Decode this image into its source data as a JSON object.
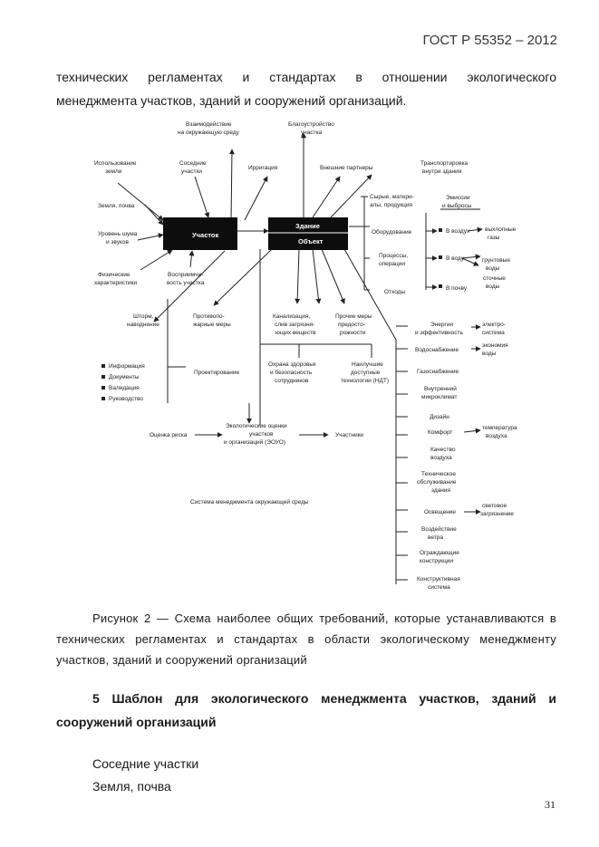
{
  "header": "ГОСТ Р 55352 – 2012",
  "intro": {
    "line1": "технических регламентах и стандартах в отношении экологического",
    "line2": "менеджмента участков, зданий и сооружений организаций."
  },
  "diagram": {
    "top": {
      "interaction": [
        "Взаимодействие",
        "на окружающую среду"
      ],
      "improvement": [
        "Благоустройство",
        "участка"
      ],
      "land_use": [
        "Использование",
        "земли"
      ],
      "neighbors": [
        "Соседние",
        "участки"
      ],
      "irrigation": "Ирригация",
      "partners": "Внешние партнеры",
      "transport": [
        "Транспортировка",
        "внутри здания"
      ]
    },
    "left": {
      "soil": "Земля, почва",
      "noise": [
        "Уровень шума",
        "и звуков"
      ],
      "physical": [
        "Физические",
        "характеристики"
      ],
      "perception": [
        "Восприимчи-",
        "вость участка"
      ],
      "storm": [
        "Шторм,",
        "наводнение"
      ],
      "fire": [
        "Противопо-",
        "жарные меры"
      ],
      "list": [
        "Информация",
        "Документы",
        "Валидация",
        "Руководство"
      ],
      "design": "Проектирование"
    },
    "boxes": {
      "site": "Участок",
      "building": "Здание",
      "object": "Объект"
    },
    "middle": {
      "sewage": [
        "Канализация,",
        "слив загрязня-",
        "ющих веществ"
      ],
      "prevention": [
        "Прочие меры",
        "предосто-",
        "рожности"
      ],
      "health": [
        "Охрана здоровья",
        "и безопасность",
        "сотрудников"
      ],
      "bat": [
        "Наилучшие",
        "доступные",
        "технологии (НДТ)"
      ],
      "risk": "Оценка риска",
      "eval": [
        "Экологические оценки",
        "участков",
        "и организаций (ЭОУО)"
      ],
      "participants": "Участники",
      "ems": "Система менеджмента окружающей среды"
    },
    "right_inputs": {
      "raw": [
        "Сырые, матери-",
        "алы, продукция"
      ],
      "equipment": "Оборудование",
      "processes": [
        "Процессы,",
        "операции"
      ],
      "waste": "Отходы",
      "emissions_header": [
        "Эмиссии",
        "и выбросы"
      ],
      "air": "В воздух",
      "water": "В воду",
      "soil": "В почву",
      "exhaust": [
        "выхлопные",
        "газы"
      ],
      "ground": [
        "грунтовые",
        "воды"
      ],
      "wastewater": [
        "сточные",
        "воды"
      ]
    },
    "right_list": {
      "energy": [
        "Энергия",
        "и эффективность"
      ],
      "power": [
        "электро-",
        "система"
      ],
      "water_supply": "Водоснабжение",
      "eco_water": [
        "экономия",
        "воды"
      ],
      "gas": "Газоснабжение",
      "climate": [
        "Внутренний",
        "микроклимат"
      ],
      "design": "Дизайн",
      "comfort": "Комфорт",
      "air_temp": [
        "температура",
        "воздуха"
      ],
      "air_quality": [
        "Качество",
        "воздуха"
      ],
      "maintenance": [
        "Техническое",
        "обслуживание",
        "здания"
      ],
      "lighting": "Освещение",
      "light_pollution": [
        "световое",
        "загрязнение"
      ],
      "wind": [
        "Воздействие",
        "ветра"
      ],
      "enclosing": [
        "Ограждающие",
        "конструкции"
      ],
      "structural": [
        "Конструктивная",
        "система"
      ]
    }
  },
  "caption": {
    "line1": "Рисунок 2 — Схема наиболее общих требований, которые устанавливаются в",
    "line2": "технических регламентах и стандартах в области экологическому менеджменту",
    "line3": "участков, зданий и сооружений организаций"
  },
  "section": {
    "line1": "5 Шаблон для экологического менеджмента участков, зданий и",
    "line2": "сооружений организаций"
  },
  "items": [
    "Соседние участки",
    "Земля, почва"
  ],
  "page_number": "31"
}
